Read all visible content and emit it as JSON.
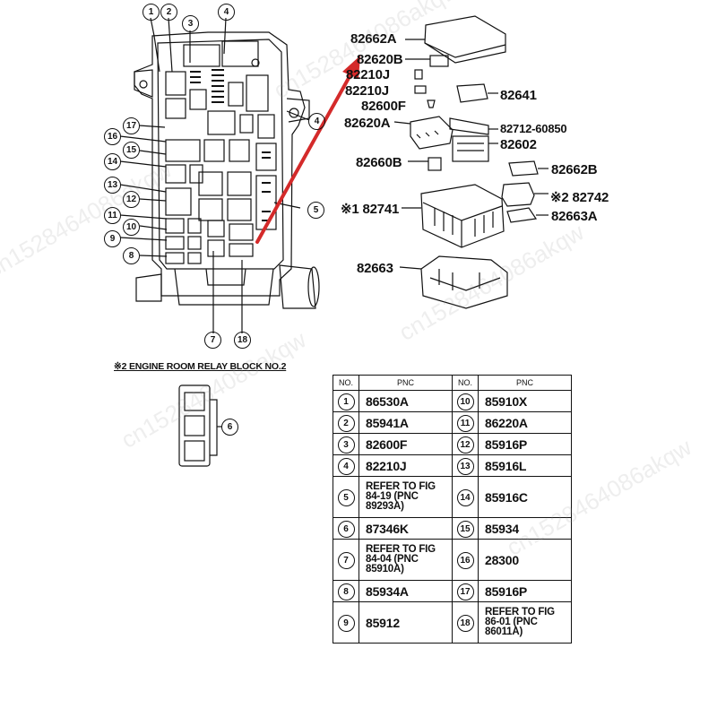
{
  "part_labels": {
    "p82662A": "82662A",
    "p82620B": "82620B",
    "p82210J_1": "82210J",
    "p82210J_2": "82210J",
    "p82600F": "82600F",
    "p82641": "82641",
    "p82620A": "82620A",
    "p82712": "82712-60850",
    "p82602": "82602",
    "p82660B": "82660B",
    "p82662B": "82662B",
    "p82742": "※2 82742",
    "p82741": "※1 82741",
    "p82663A": "82663A",
    "p82663": "82663"
  },
  "callouts": {
    "c1": "1",
    "c2": "2",
    "c3": "3",
    "c4": "4",
    "c4b": "4",
    "c5": "5",
    "c6": "6",
    "c7": "7",
    "c8": "8",
    "c9": "9",
    "c10": "10",
    "c11": "11",
    "c12": "12",
    "c13": "13",
    "c14": "14",
    "c15": "15",
    "c16": "16",
    "c17": "17",
    "c18": "18"
  },
  "relay_block_title": "※2 ENGINE ROOM RELAY BLOCK NO.2",
  "table": {
    "header_no": "NO.",
    "header_pnc": "PNC",
    "left_rows": [
      {
        "no": "1",
        "pnc": "86530A"
      },
      {
        "no": "2",
        "pnc": "85941A"
      },
      {
        "no": "3",
        "pnc": "82600F"
      },
      {
        "no": "4",
        "pnc": "82210J"
      },
      {
        "no": "5",
        "pnc": "REFER TO FIG 84-19 (PNC 89293A)"
      },
      {
        "no": "6",
        "pnc": "87346K"
      },
      {
        "no": "7",
        "pnc": "REFER TO FIG 84-04 (PNC 85910A)"
      },
      {
        "no": "8",
        "pnc": "85934A"
      },
      {
        "no": "9",
        "pnc": "85912"
      }
    ],
    "right_rows": [
      {
        "no": "10",
        "pnc": "85910X"
      },
      {
        "no": "11",
        "pnc": "86220A"
      },
      {
        "no": "12",
        "pnc": "85916P"
      },
      {
        "no": "13",
        "pnc": "85916L"
      },
      {
        "no": "14",
        "pnc": "85916C"
      },
      {
        "no": "15",
        "pnc": "85934"
      },
      {
        "no": "16",
        "pnc": "28300"
      },
      {
        "no": "17",
        "pnc": "85916P"
      },
      {
        "no": "18",
        "pnc": "REFER TO FIG 86-01 (PNC 86011A)"
      }
    ]
  },
  "watermark": "cn1528464086akqw",
  "colors": {
    "arrow": "#d42a2a",
    "line": "#111111"
  }
}
